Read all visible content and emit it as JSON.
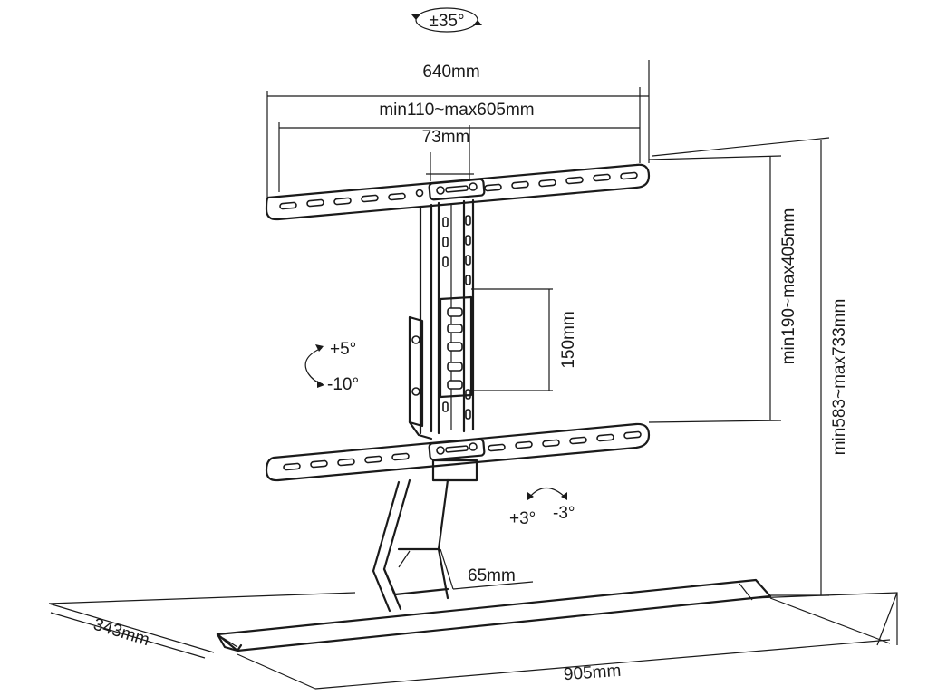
{
  "labels": {
    "swivel": "±35°",
    "bar_length": "640mm",
    "horizontal_range": "min110~max605mm",
    "center_gap": "73mm",
    "vertical_range": "min190~max405mm",
    "total_height": "min583~max733mm",
    "slot_span": "150mm",
    "tilt_up": "+5°",
    "tilt_down": "-10°",
    "level_plus": "+3°",
    "level_minus": "-3°",
    "column_depth": "65mm",
    "base_depth": "343mm",
    "base_width": "905mm"
  },
  "icons": [
    "rotate-arrow-icon",
    "tilt-arrow-icon",
    "level-arrow-icon"
  ]
}
